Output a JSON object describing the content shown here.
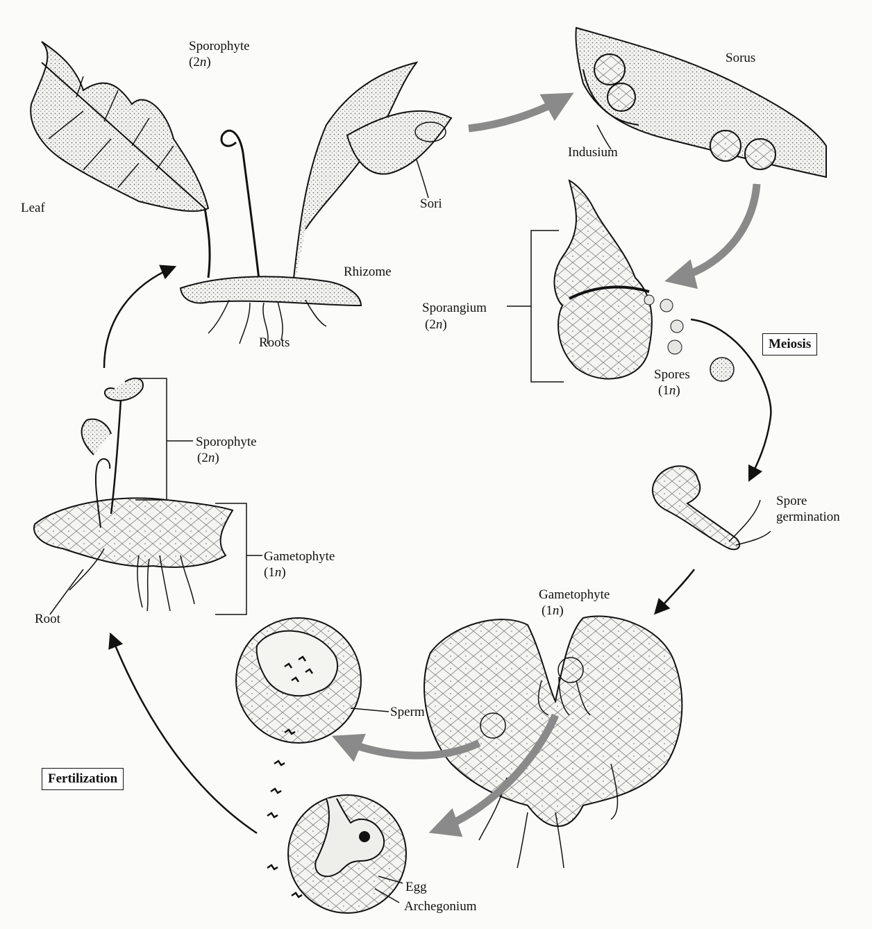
{
  "labels": {
    "leaf": "Leaf",
    "sporophyte_top": "Sporophyte",
    "sporophyte_top_ploidy": "(2n)",
    "rhizome": "Rhizome",
    "roots": "Roots",
    "sori": "Sori",
    "sorus": "Sorus",
    "indusium": "Indusium",
    "sporangium": "Sporangium",
    "sporangium_ploidy": "(2n)",
    "meiosis": "Meiosis",
    "spores": "Spores",
    "spores_ploidy": "(1n)",
    "spore_germination_1": "Spore",
    "spore_germination_2": "germination",
    "gametophyte_right": "Gametophyte",
    "gametophyte_right_ploidy": "(1n)",
    "sperm": "Sperm",
    "egg": "Egg",
    "archegonium": "Archegonium",
    "fertilization": "Fertilization",
    "root": "Root",
    "gametophyte_left": "Gametophyte",
    "gametophyte_left_ploidy": "(1n)",
    "sporophyte_left": "Sporophyte",
    "sporophyte_left_ploidy": "(2n)"
  },
  "colors": {
    "ink": "#111111",
    "stipple": "#cfcfcf",
    "arrow_gray": "#8a8a8a",
    "paper": "#fbfbf9"
  }
}
